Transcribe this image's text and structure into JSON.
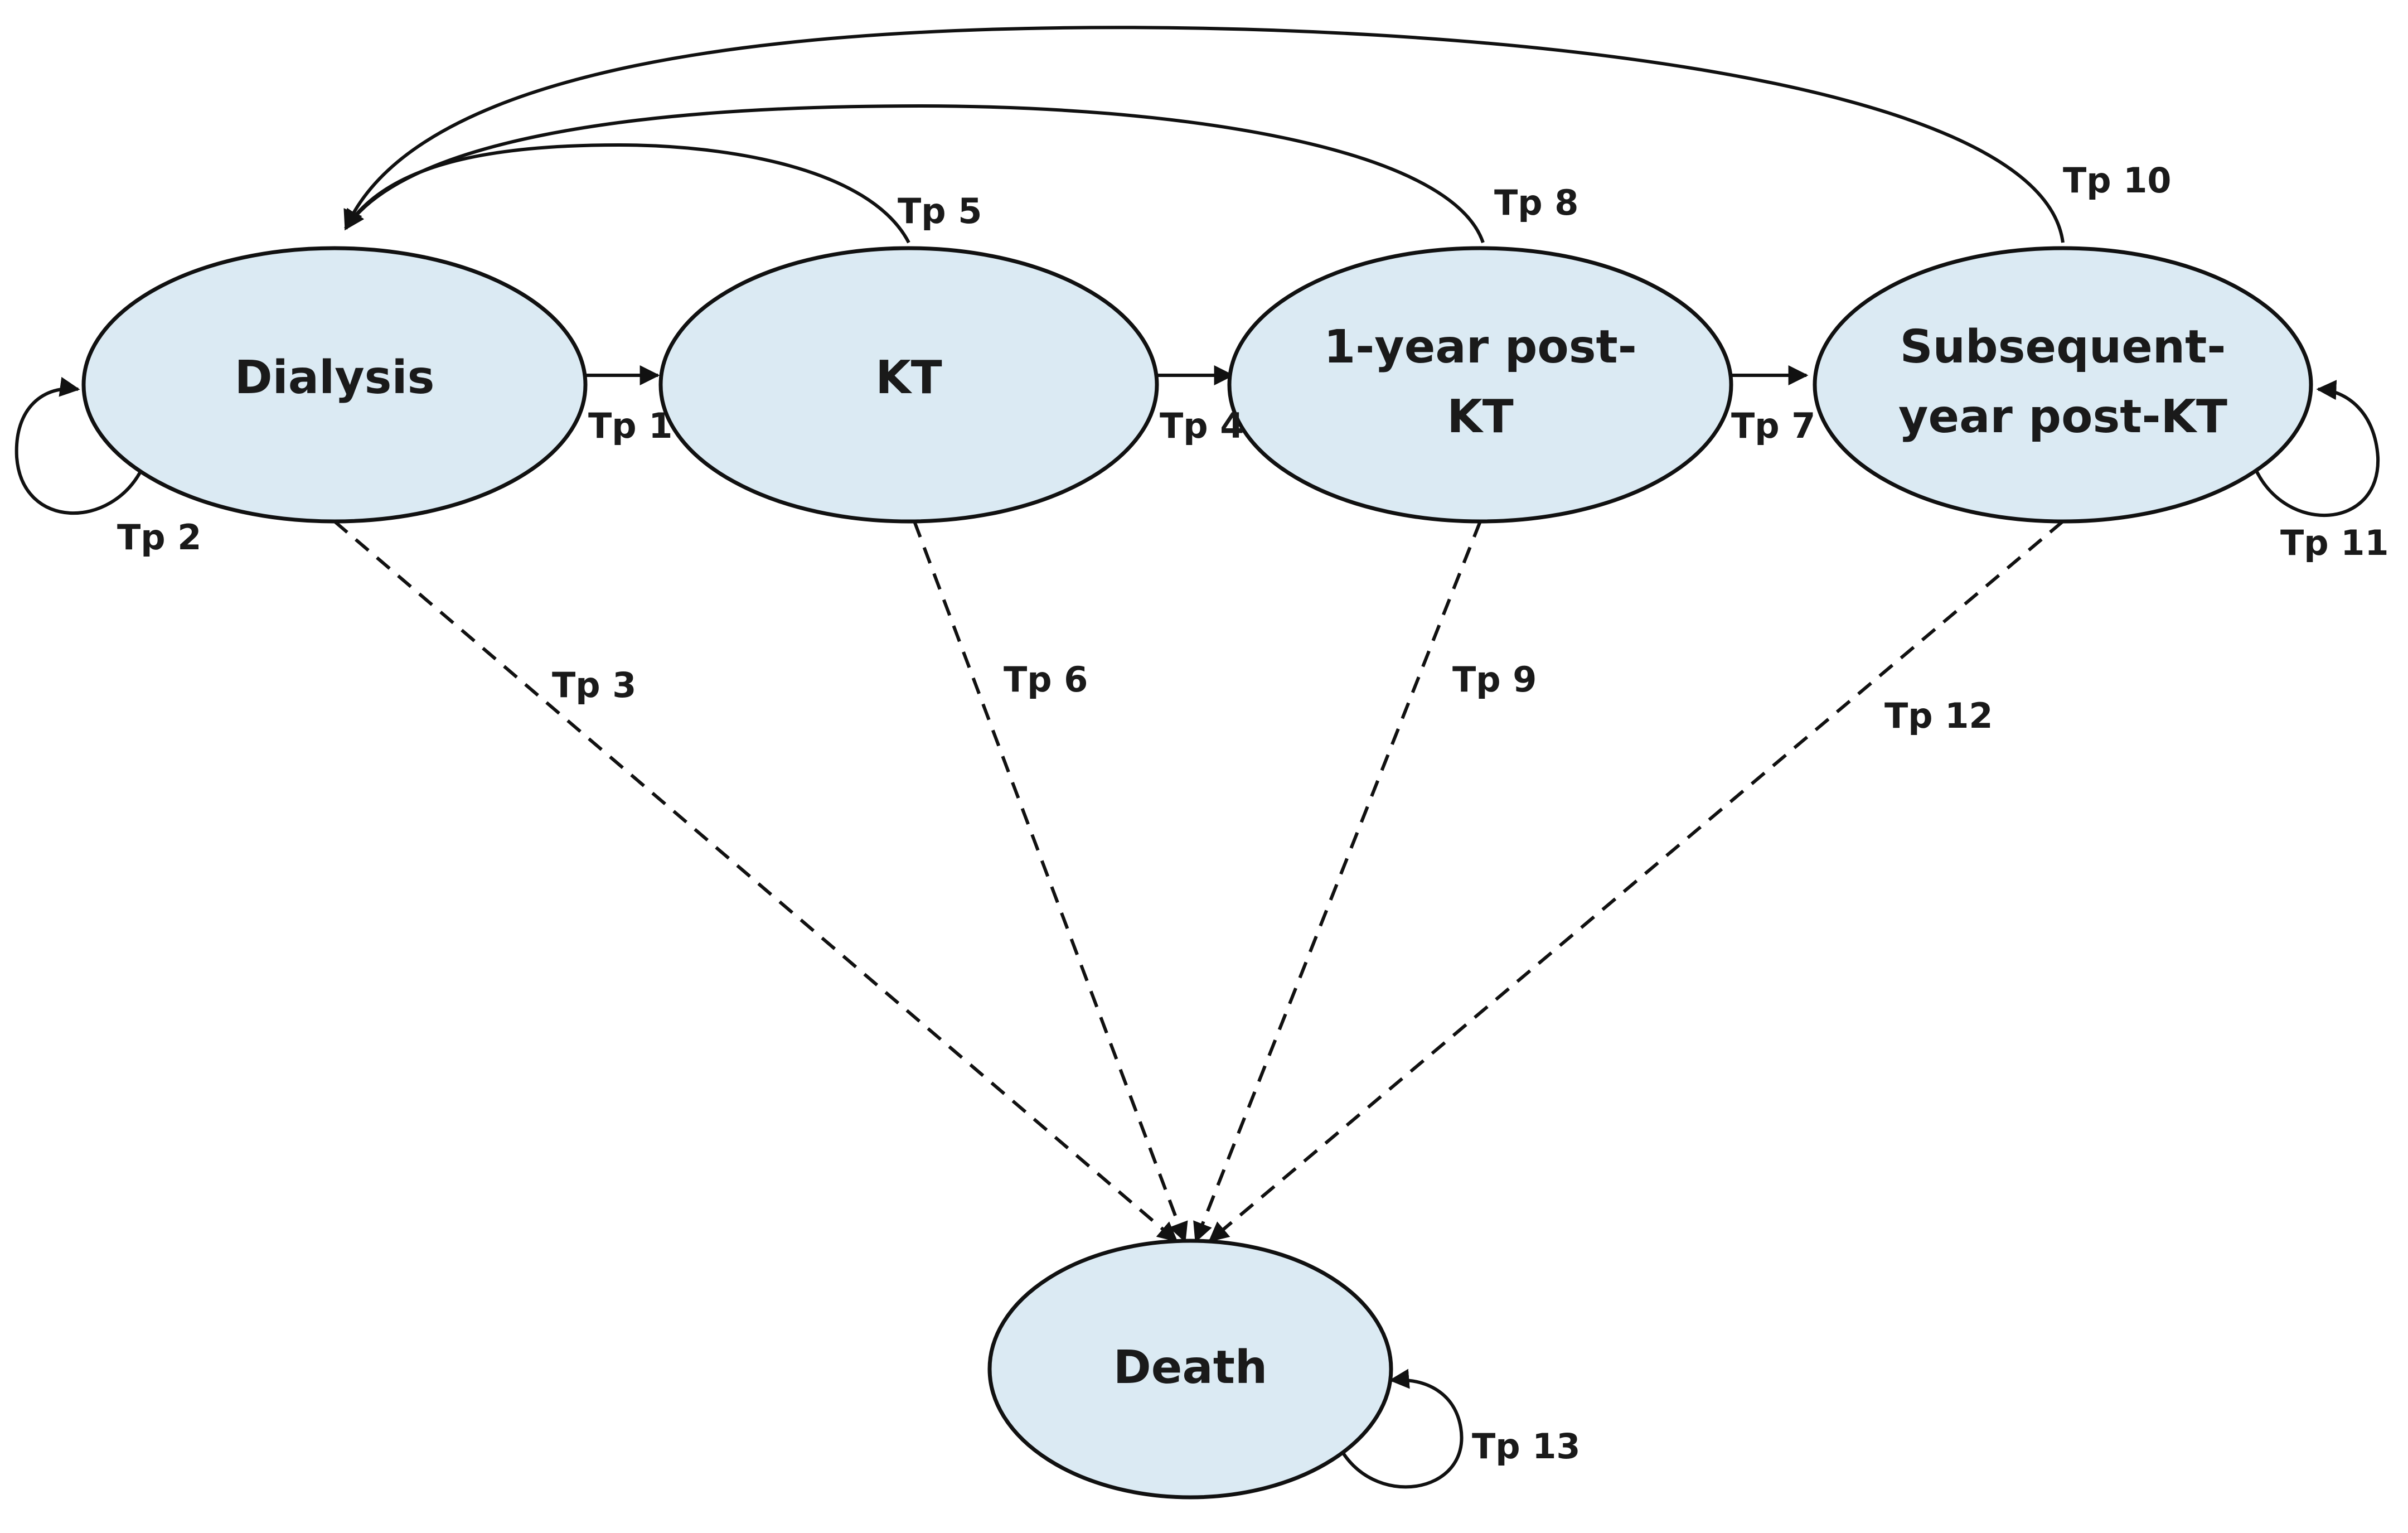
{
  "states": {
    "dialysis": "Dialysis",
    "kt": "KT",
    "one_year_post_kt": [
      "1-year post-",
      "KT"
    ],
    "subsequent_year_post_kt": [
      "Subsequent-",
      "year post-KT"
    ],
    "death": "Death"
  },
  "transitions": {
    "tp1": "Tp 1",
    "tp2": "Tp 2",
    "tp3": "Tp 3",
    "tp4": "Tp 4",
    "tp5": "Tp 5",
    "tp6": "Tp 6",
    "tp7": "Tp 7",
    "tp8": "Tp 8",
    "tp9": "Tp 9",
    "tp10": "Tp 10",
    "tp11": "Tp 11",
    "tp12": "Tp 12",
    "tp13": "Tp 13"
  },
  "colors": {
    "node_fill": "#dbeaf3",
    "stroke": "#111111"
  }
}
